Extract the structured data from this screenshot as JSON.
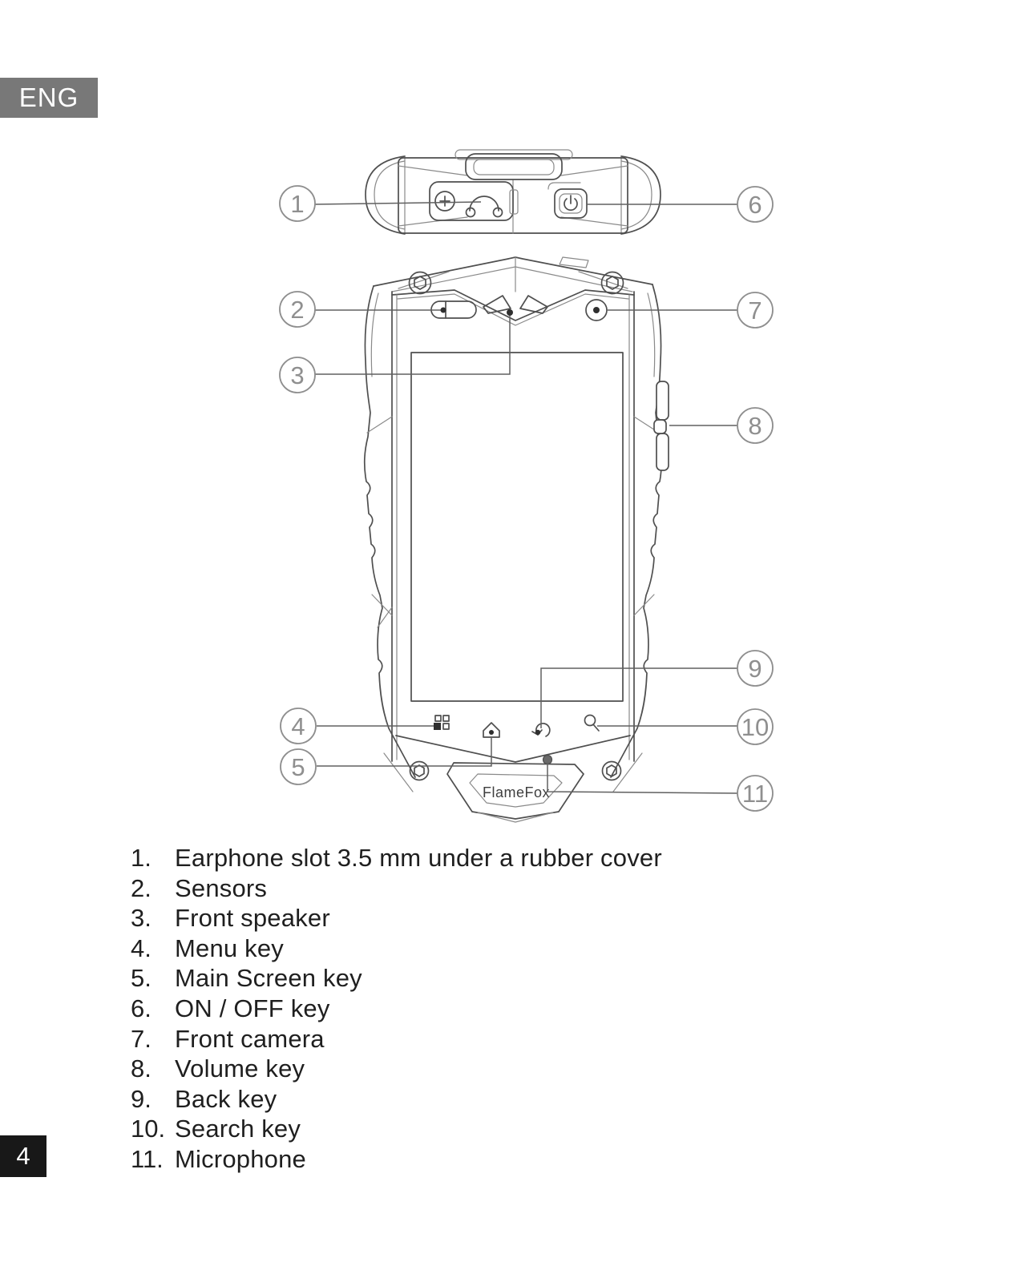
{
  "page": {
    "language_badge": "ENG",
    "page_number": "4"
  },
  "diagram": {
    "brand": "FlameFox",
    "callouts": [
      {
        "label": "1"
      },
      {
        "label": "2"
      },
      {
        "label": "3"
      },
      {
        "label": "4"
      },
      {
        "label": "5"
      },
      {
        "label": "6"
      },
      {
        "label": "7"
      },
      {
        "label": "8"
      },
      {
        "label": "9"
      },
      {
        "label": "10"
      },
      {
        "label": "11"
      }
    ]
  },
  "legend": {
    "items": [
      {
        "num": "1.",
        "text": "Earphone slot 3.5 mm under a rubber cover"
      },
      {
        "num": "2.",
        "text": "Sensors"
      },
      {
        "num": "3.",
        "text": "Front speaker"
      },
      {
        "num": "4.",
        "text": "Menu key"
      },
      {
        "num": "5.",
        "text": "Main Screen key"
      },
      {
        "num": "6.",
        "text": "ON / OFF key"
      },
      {
        "num": "7.",
        "text": "Front camera"
      },
      {
        "num": "8.",
        "text": "Volume key"
      },
      {
        "num": "9.",
        "text": "Back key"
      },
      {
        "num": "10.",
        "text": "Search key"
      },
      {
        "num": "11.",
        "text": "Microphone"
      }
    ]
  },
  "colors": {
    "line": "#4f4f4f",
    "callout": "#8f8f8f",
    "eng_badge_bg": "#787878",
    "page_badge_bg": "#181818",
    "text": "#1f1f1f"
  }
}
